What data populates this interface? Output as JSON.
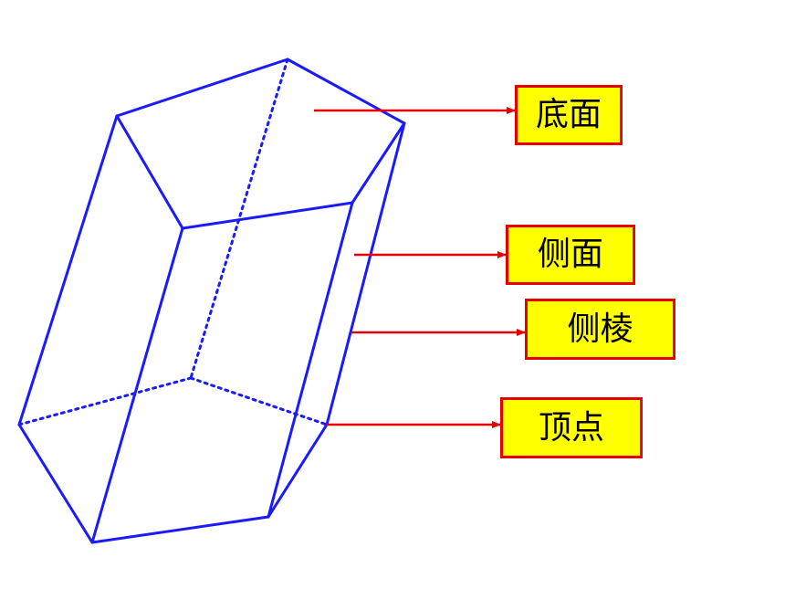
{
  "colors": {
    "edge": "#1a1aff",
    "arrow": "#e60000",
    "label_fill": "#ffff00",
    "label_border": "#e60000",
    "background": "#ffffff"
  },
  "labels": [
    {
      "text": "底面"
    },
    {
      "text": "侧面"
    },
    {
      "text": "侧棱"
    },
    {
      "text": "顶点"
    }
  ]
}
